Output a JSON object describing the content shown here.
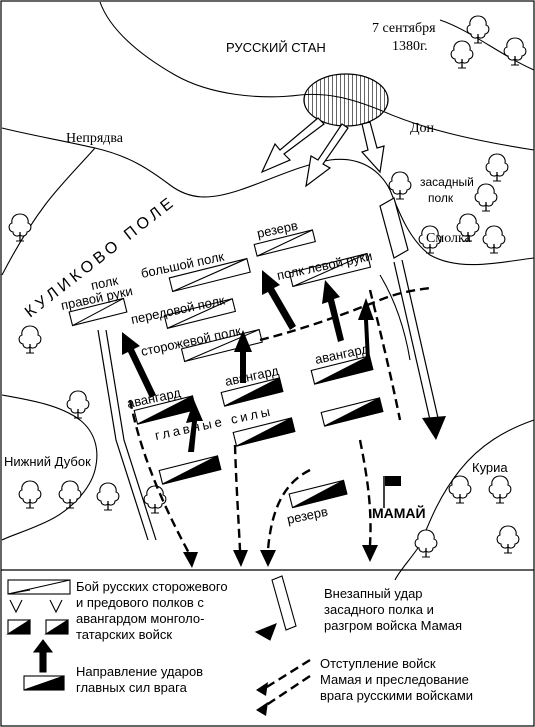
{
  "map": {
    "date_line1": "7 сентября",
    "date_line2": "1380г.",
    "russian_camp": "РУССКИЙ СТАН",
    "river_nepryadva": "Непрядва",
    "river_don": "Дон",
    "river_smolka": "Смолка",
    "river_kuria": "Куриа",
    "field_name": "КУЛИКОВО ПОЛЕ",
    "ambush_regiment_line1": "засадный",
    "ambush_regiment_line2": "полк",
    "reserve_top": "резерв",
    "big_regiment": "большой полк",
    "left_hand_regiment": "полк левой руки",
    "right_hand_line1": "полк",
    "right_hand_line2": "правой руки",
    "forward_regiment": "передовой полк",
    "guard_regiment": "сторожевой полк",
    "vanguard_1": "авангард",
    "vanguard_2": "авангард",
    "vanguard_3": "авангард",
    "main_forces": "главные силы",
    "village_nizhny_dubok": "Нижний Дубок",
    "reserve_bottom": "резерв",
    "mamai": "МАМАЙ"
  },
  "legend": {
    "item1_line1": "Бой русских сторожевого",
    "item1_line2": "и предового полков с",
    "item1_line3": "авангардом монголо-",
    "item1_line4": "татарских войск",
    "item2_line1": "Направление ударов",
    "item2_line2": "главных сил врага",
    "item3_line1": "Внезапный удар",
    "item3_line2": "засадного полка и",
    "item3_line3": "разгром войска Мамая",
    "item4_line1": "Отступление войск",
    "item4_line2": "Мамая и преследование",
    "item4_line3": "врага русскими войсками"
  }
}
